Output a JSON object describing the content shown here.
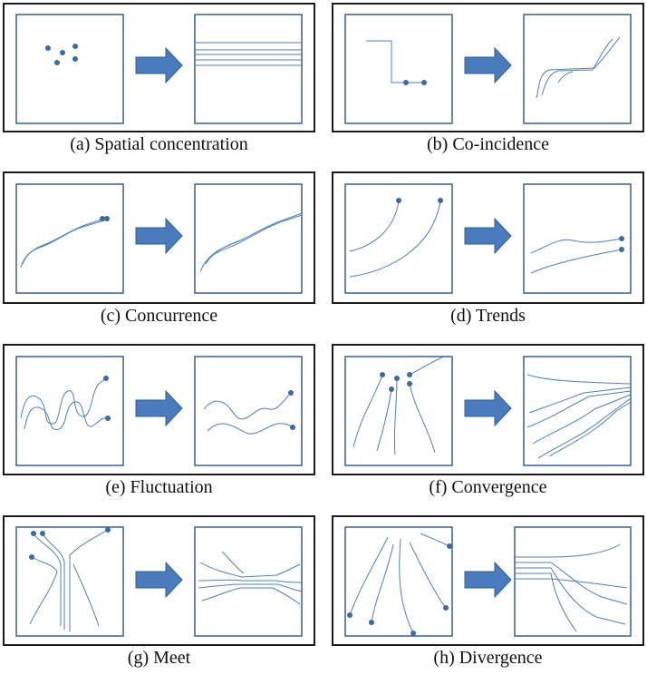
{
  "figure": {
    "colors": {
      "line": "#4f7fb8",
      "dot": "#3d6aa0",
      "arrow_fill": "#4a7cbd",
      "arrow_stroke": "#2f5f99",
      "frame": "#3a5f8e"
    },
    "panels": [
      {
        "id": "a",
        "caption": "(a)  Spatial concentration"
      },
      {
        "id": "b",
        "caption": "(b)  Co-incidence"
      },
      {
        "id": "c",
        "caption": "(c)  Concurrence"
      },
      {
        "id": "d",
        "caption": "(d)  Trends"
      },
      {
        "id": "e",
        "caption": "(e)  Fluctuation"
      },
      {
        "id": "f",
        "caption": "(f)  Convergence"
      },
      {
        "id": "g",
        "caption": "(g)  Meet"
      },
      {
        "id": "h",
        "caption": "(h)  Divergence"
      }
    ]
  }
}
